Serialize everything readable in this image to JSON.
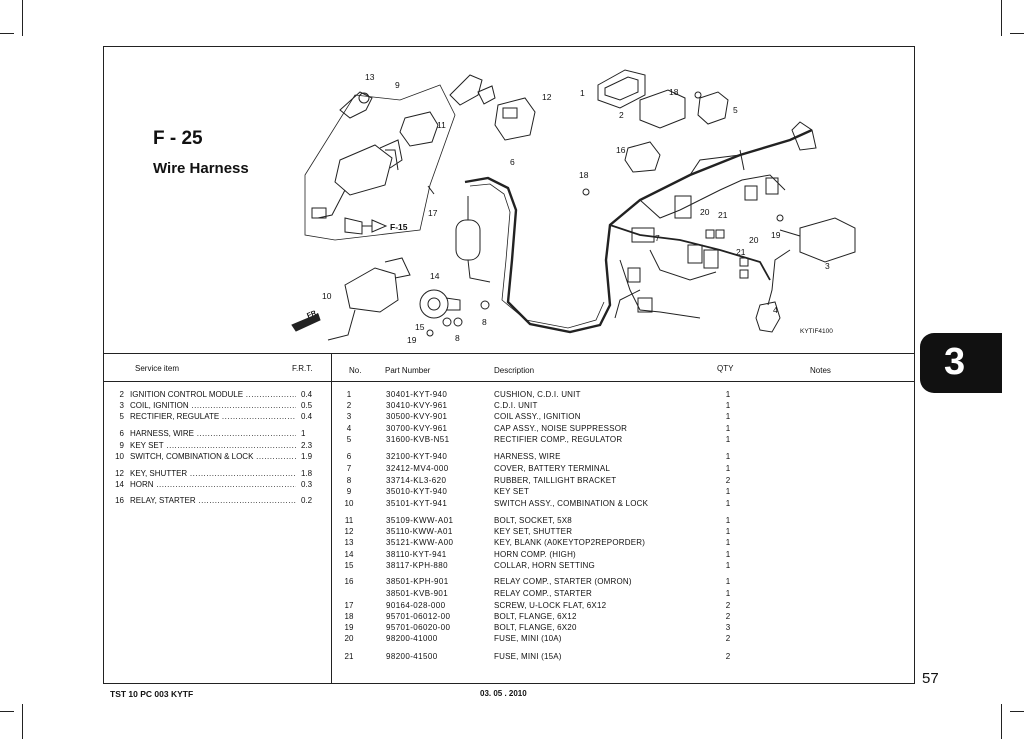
{
  "figure": {
    "code": "F - 25",
    "title": "Wire Harness",
    "ref_label": "F-15",
    "direction_label": "FR.",
    "drawing_id": "KYTIF4100",
    "callouts": [
      "13",
      "9",
      "12",
      "1",
      "18",
      "5",
      "2",
      "11",
      "16",
      "6",
      "18",
      "17",
      "20",
      "21",
      "7",
      "19",
      "20",
      "21",
      "3",
      "14",
      "10",
      "15",
      "8",
      "19",
      "8",
      "4"
    ]
  },
  "table": {
    "headers": {
      "service_item": "Service item",
      "frt": "F.R.T.",
      "no": "No.",
      "part_number": "Part Number",
      "description": "Description",
      "qty": "QTY",
      "notes": "Notes"
    },
    "service_items": [
      {
        "no": "2",
        "desc": "IGNITION CONTROL MODULE",
        "frt": "0.4"
      },
      {
        "no": "3",
        "desc": "COIL, IGNITION",
        "frt": "0.5"
      },
      {
        "no": "5",
        "desc": "RECTIFIER, REGULATE",
        "frt": "0.4"
      },
      {
        "no": "6",
        "desc": "HARNESS, WIRE",
        "frt": "1"
      },
      {
        "no": "9",
        "desc": "KEY SET",
        "frt": "2.3"
      },
      {
        "no": "10",
        "desc": "SWITCH, COMBINATION & LOCK",
        "frt": "1.9"
      },
      {
        "no": "12",
        "desc": "KEY, SHUTTER",
        "frt": "1.8"
      },
      {
        "no": "14",
        "desc": "HORN",
        "frt": "0.3"
      },
      {
        "no": "16",
        "desc": "RELAY, STARTER",
        "frt": "0.2"
      }
    ],
    "parts": [
      {
        "no": "1",
        "pn": "30401-KYT-940",
        "desc": "CUSHION, C.D.I. UNIT",
        "qty": "1"
      },
      {
        "no": "2",
        "pn": "30410-KVY-961",
        "desc": "C.D.I. UNIT",
        "qty": "1"
      },
      {
        "no": "3",
        "pn": "30500-KVY-901",
        "desc": "COIL ASSY., IGNITION",
        "qty": "1"
      },
      {
        "no": "4",
        "pn": "30700-KVY-961",
        "desc": "CAP ASSY., NOISE SUPPRESSOR",
        "qty": "1"
      },
      {
        "no": "5",
        "pn": "31600-KVB-N51",
        "desc": "RECTIFIER COMP., REGULATOR",
        "qty": "1"
      },
      {
        "no": "6",
        "pn": "32100-KYT-940",
        "desc": "HARNESS, WIRE",
        "qty": "1"
      },
      {
        "no": "7",
        "pn": "32412-MV4-000",
        "desc": "COVER, BATTERY TERMINAL",
        "qty": "1"
      },
      {
        "no": "8",
        "pn": "33714-KL3-620",
        "desc": "RUBBER, TAILLIGHT BRACKET",
        "qty": "2"
      },
      {
        "no": "9",
        "pn": "35010-KYT-940",
        "desc": "KEY SET",
        "qty": "1"
      },
      {
        "no": "10",
        "pn": "35101-KYT-941",
        "desc": "SWITCH ASSY., COMBINATION & LOCK",
        "qty": "1"
      },
      {
        "no": "11",
        "pn": "35109-KWW-A01",
        "desc": "BOLT, SOCKET, 5X8",
        "qty": "1"
      },
      {
        "no": "12",
        "pn": "35110-KWW-A01",
        "desc": "KEY SET, SHUTTER",
        "qty": "1"
      },
      {
        "no": "13",
        "pn": "35121-KWW-A00",
        "desc": "KEY, BLANK (A0KEYTOP2REPORDER)",
        "qty": "1"
      },
      {
        "no": "14",
        "pn": "38110-KYT-941",
        "desc": "HORN COMP. (HIGH)",
        "qty": "1"
      },
      {
        "no": "15",
        "pn": "38117-KPH-880",
        "desc": "COLLAR, HORN SETTING",
        "qty": "1"
      },
      {
        "no": "16",
        "pn": "38501-KPH-901",
        "desc": "RELAY COMP., STARTER (OMRON)",
        "qty": "1"
      },
      {
        "no": "",
        "pn": "38501-KVB-901",
        "desc": "RELAY COMP., STARTER",
        "qty": "1"
      },
      {
        "no": "17",
        "pn": "90164-028-000",
        "desc": "SCREW, U-LOCK FLAT, 6X12",
        "qty": "2"
      },
      {
        "no": "18",
        "pn": "95701-06012-00",
        "desc": "BOLT, FLANGE, 6X12",
        "qty": "2"
      },
      {
        "no": "19",
        "pn": "95701-06020-00",
        "desc": "BOLT, FLANGE, 6X20",
        "qty": "3"
      },
      {
        "no": "20",
        "pn": "98200-41000",
        "desc": "FUSE, MINI (10A)",
        "qty": "2"
      },
      {
        "no": "21",
        "pn": "98200-41500",
        "desc": "FUSE, MINI (15A)",
        "qty": "2"
      }
    ]
  },
  "section_tab": "3",
  "page_number": "57",
  "footer": {
    "code": "TST 10 PC 003 KYTF",
    "date": "03. 05 . 2010"
  }
}
